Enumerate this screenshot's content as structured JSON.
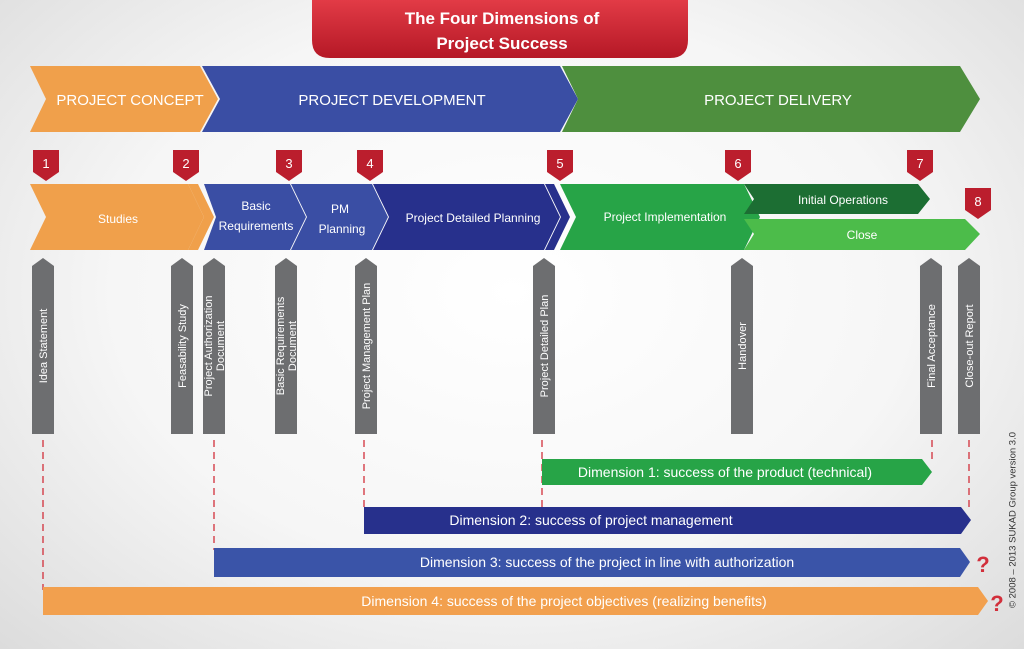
{
  "title": {
    "line1": "The Four Dimensions of",
    "line2": "Project Success"
  },
  "phases": [
    {
      "label": "PROJECT CONCEPT"
    },
    {
      "label": "PROJECT DEVELOPMENT"
    },
    {
      "label": "PROJECT DELIVERY"
    }
  ],
  "milestones": [
    "1",
    "2",
    "3",
    "4",
    "5",
    "6",
    "7",
    "8"
  ],
  "stages": [
    {
      "label": "Studies"
    },
    {
      "label_lines": [
        "Basic",
        "Requirements"
      ]
    },
    {
      "label_lines": [
        "PM",
        "Planning"
      ]
    },
    {
      "label": "Project Detailed Planning"
    },
    {
      "label": "Project Implementation"
    },
    {
      "label": "Initial Operations"
    },
    {
      "label": "Close"
    }
  ],
  "deliverables": [
    {
      "lines": [
        "Idea Statement"
      ]
    },
    {
      "lines": [
        "Feasability Study"
      ]
    },
    {
      "lines": [
        "Project Authorization",
        "Document"
      ]
    },
    {
      "lines": [
        "Basic Requirements",
        "Document"
      ]
    },
    {
      "lines": [
        "Project Management Plan"
      ]
    },
    {
      "lines": [
        "Project Detailed Plan"
      ]
    },
    {
      "lines": [
        "Handover"
      ]
    },
    {
      "lines": [
        "Final Acceptance"
      ]
    },
    {
      "lines": [
        "Close-out Report"
      ]
    }
  ],
  "dimensions": [
    {
      "label": "Dimension 1: success of the product (technical)"
    },
    {
      "label": "Dimension 2: success of project management"
    },
    {
      "label": "Dimension 3: success of the project in line with authorization",
      "mark": "?"
    },
    {
      "label": "Dimension 4: success of the project objectives  (realizing benefits)",
      "mark": "?"
    }
  ],
  "copyright": "© 2008 – 2013 SUKAD Group version 3.0",
  "colors": {
    "title_red": "#c8202f",
    "concept_orange": "#f0a04b",
    "development_blue": "#3a4ea4",
    "planning_navy": "#27308c",
    "delivery_green": "#4e8f3e",
    "implementation_green": "#27a447",
    "operations_green": "#1c6e33",
    "close_green": "#4cbc4a",
    "marker_red": "#bb1e2d",
    "deliverable_gray": "#6d6e70",
    "dimension2_navy": "#27308c",
    "dimension3_blue": "#3a54a8",
    "dimension4_orange": "#f2a04e"
  }
}
